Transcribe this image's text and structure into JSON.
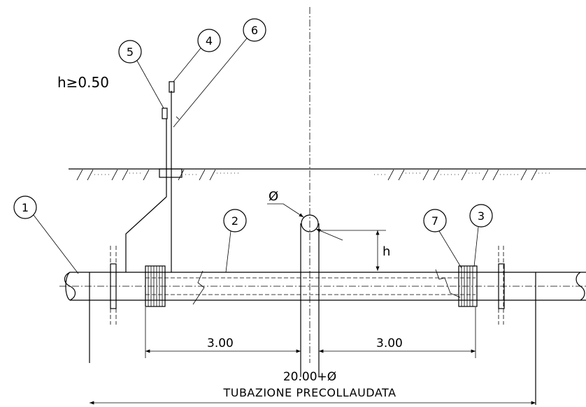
{
  "labels": {
    "h_min": "h≥0.50",
    "diameter": "Ø",
    "h": "h",
    "dim_left": "3.00",
    "dim_right": "3.00",
    "dim_total": "20.00+Ø",
    "caption": "TUBAZIONE PRECOLLAUDATA"
  },
  "callouts": [
    "1",
    "2",
    "3",
    "4",
    "5",
    "6",
    "7"
  ]
}
